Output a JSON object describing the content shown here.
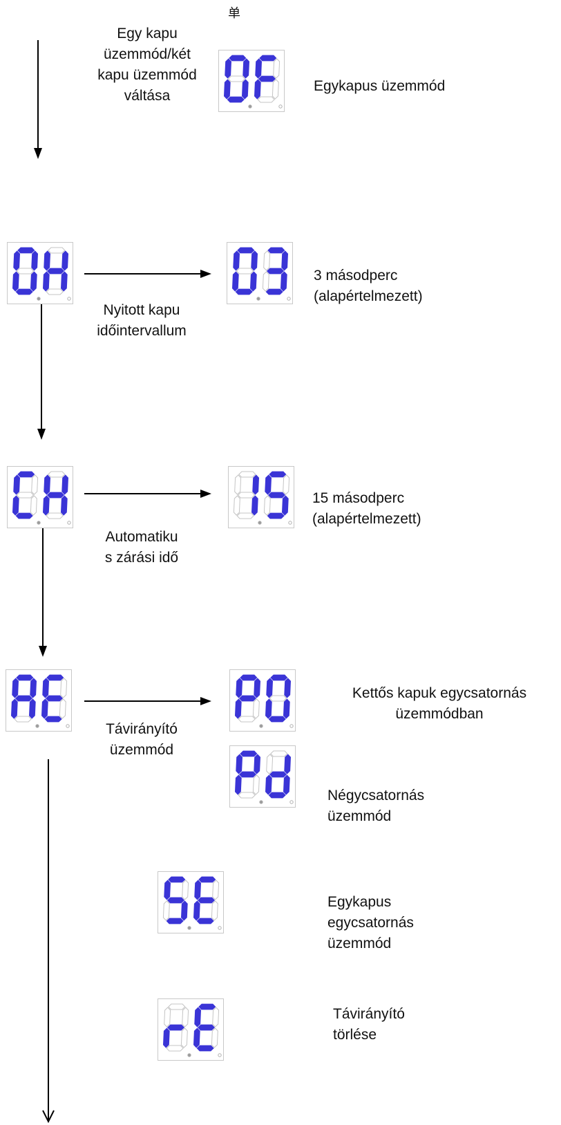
{
  "top_char": "单",
  "steps": [
    {
      "main_display": "",
      "main_label": "Egy kapu\nüzemmód/két\nkapu üzemmód\nváltása",
      "options": [
        {
          "display": "0F",
          "label": "Egykapus üzemmód"
        }
      ]
    },
    {
      "main_display": "0H",
      "main_label": "Nyitott kapu\nidőintervallum",
      "options": [
        {
          "display": "03",
          "label": "3 másodperc\n(alapértelmezett)"
        }
      ]
    },
    {
      "main_display": "CH",
      "main_label": "Automatiku\ns zárási idő",
      "options": [
        {
          "display": "15",
          "label": "15 másodperc\n(alapértelmezett)"
        }
      ]
    },
    {
      "main_display": "AE",
      "main_label": "Távirányító\nüzemmód",
      "options": [
        {
          "display": "P0",
          "label": "Kettős kapuk egycsatornás\nüzemmódban"
        },
        {
          "display": "Pd",
          "label": "Négycsatornás\nüzemmód"
        }
      ]
    },
    {
      "main_display": "",
      "main_label": "",
      "options": [
        {
          "display": "SE",
          "label": "Egykapus\negycsatornás\nüzemmód"
        },
        {
          "display": "rE",
          "label": "Távirányító\ntörlése"
        }
      ]
    }
  ],
  "colors": {
    "segment_on": "#3a34d6",
    "segment_off": "#c4c4c4",
    "frame": "#c8c8c8",
    "arrow": "#000000"
  }
}
